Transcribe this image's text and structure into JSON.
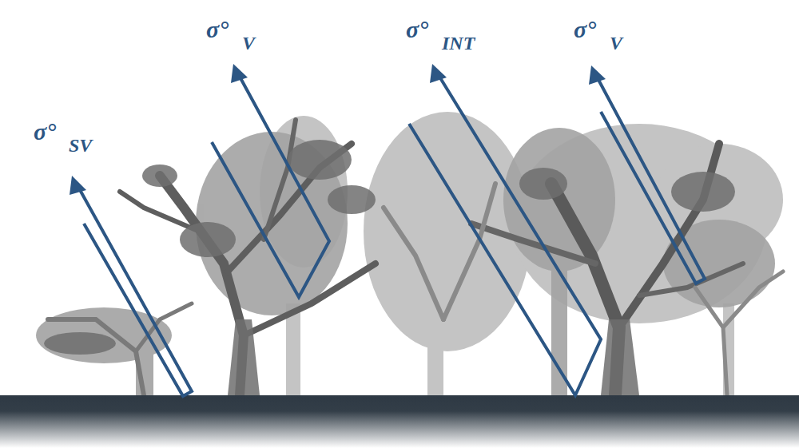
{
  "diagram": {
    "labels": [
      "σ°",
      "SV",
      "σ°",
      "V",
      "σ°",
      "INT",
      "σ°",
      "V"
    ]
  }
}
